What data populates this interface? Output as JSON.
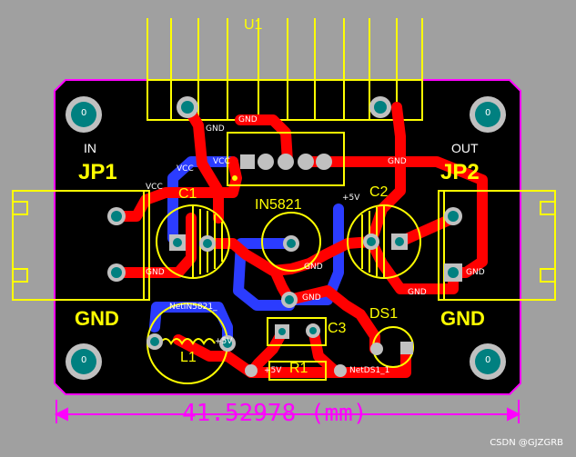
{
  "board": {
    "dimension": "41.52978 (mm)",
    "colors": {
      "background": "#a0a0a0",
      "board": "#000000",
      "outline": "#ff00ff",
      "top_copper": "#ff0000",
      "bottom_copper": "#2b3cff",
      "silkscreen": "#ffff00",
      "pad": "#c0c0c0",
      "via_hole": "#008080"
    }
  },
  "silkscreen": {
    "u1": "U1",
    "in": "IN",
    "jp1": "JP1",
    "out": "OUT",
    "jp2": "JP2",
    "c1": "C1",
    "c2": "C2",
    "c3": "C3",
    "diode": "IN5821",
    "l1": "L1",
    "r1": "R1",
    "ds1": "DS1",
    "gnd_left": "GND",
    "gnd_right": "GND"
  },
  "nets": {
    "vcc_1": "VCC",
    "vcc_2": "VCC",
    "vcc_3": "VCC",
    "gnd_1": "GND",
    "gnd_2": "GND",
    "gnd_3": "GND",
    "gnd_4": "GND",
    "gnd_5": "GND",
    "gnd_6": "GND",
    "gnd_7": "GND",
    "gnd_8": "GND",
    "plus5v_1": "+5V",
    "plus5v_2": "+5V",
    "plus5v_3": "+5V",
    "net_in5821": "NetIN5821_",
    "net_ds1": "NetDS1_1",
    "mount_hole": "0"
  },
  "watermark": "CSDN @GJZGRB"
}
